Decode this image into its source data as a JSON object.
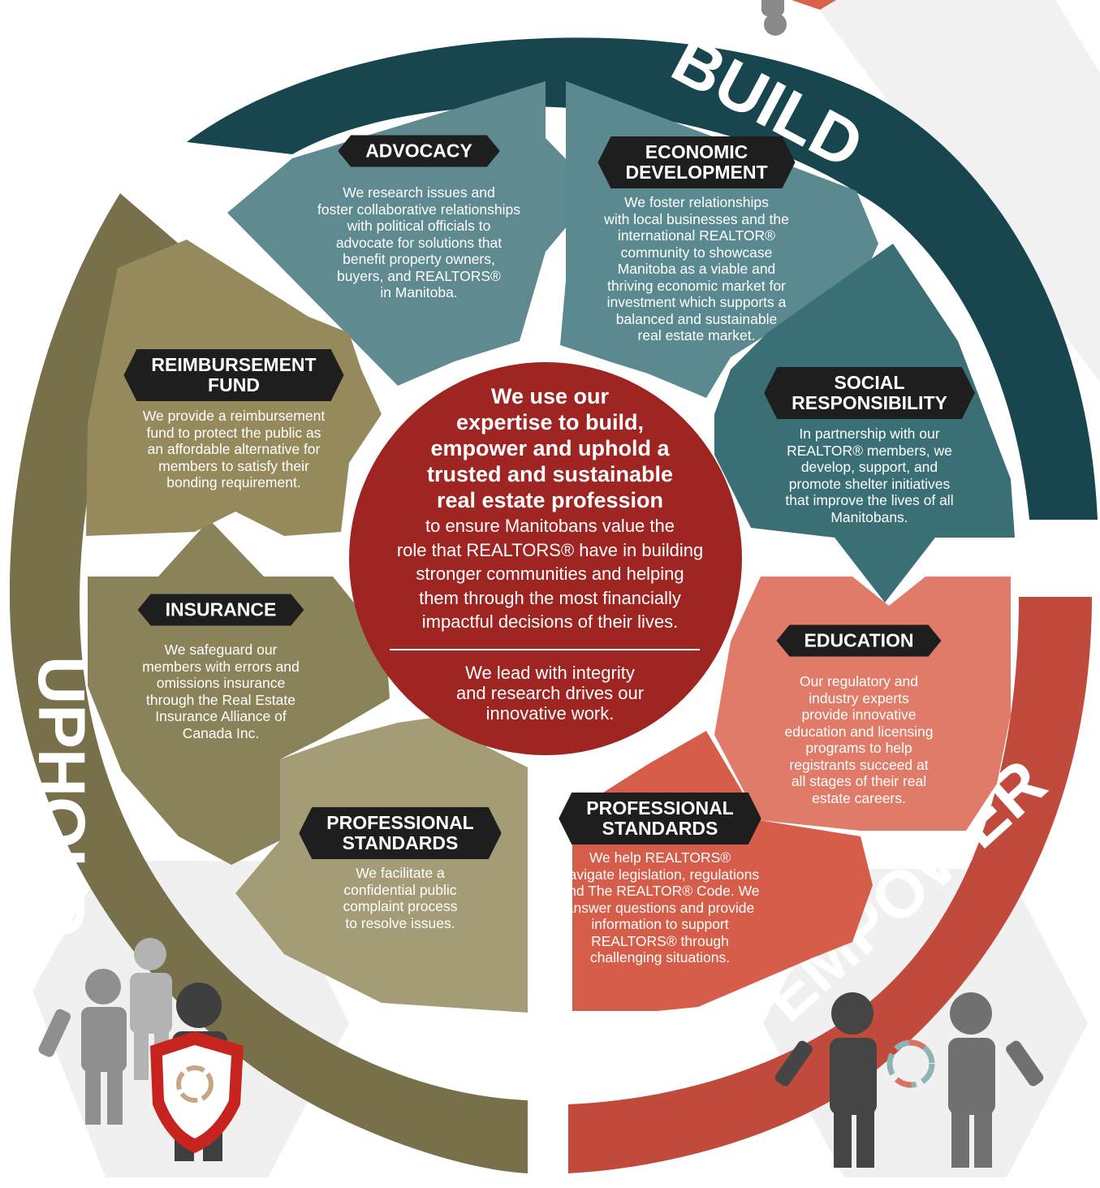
{
  "arcs": {
    "build": "BUILD",
    "uphold": "UPHOLD",
    "empower": "EMPOWER"
  },
  "center": {
    "headline": "We use our\nexpertise to build,\nempower and uphold a\ntrusted and sustainable\nreal estate profession",
    "body": "to ensure Manitobans value the\nrole that REALTORS® have in building\nstronger communities and helping\nthem through the most financially\nimpactful decisions of their lives.",
    "footer": "We lead with integrity\nand research drives our\ninnovative work."
  },
  "sections": [
    {
      "title": "ADVOCACY",
      "text": "We research issues and\nfoster collaborative relationships\nwith political officials to\nadvocate for solutions that\nbenefit property owners,\nbuyers, and REALTORS®\nin Manitoba."
    },
    {
      "title": "ECONOMIC\nDEVELOPMENT",
      "text": "We foster relationships\nwith local businesses and the\ninternational REALTOR®\ncommunity to showcase\nManitoba as a viable and\nthriving economic market for\ninvestment which supports a\nbalanced and sustainable\nreal estate market."
    },
    {
      "title": "SOCIAL\nRESPONSIBILITY",
      "text": "In partnership with our\nREALTOR® members, we\ndevelop, support, and\npromote shelter initiatives\nthat improve the lives of all\nManitobans."
    },
    {
      "title": "EDUCATION",
      "text": "Our regulatory and\nindustry experts\nprovide innovative\neducation and licensing\nprograms to help\nregistrants succeed at\nall stages of their real\nestate careers."
    },
    {
      "title": "PROFESSIONAL\nSTANDARDS",
      "text": "We help REALTORS®\nnavigate legislation, regulations\nand The REALTOR® Code. We\nanswer questions and provide\ninformation to support\nREALTORS® through\nchallenging situations."
    },
    {
      "title": "PROFESSIONAL\nSTANDARDS",
      "text": "We facilitate a\nconfidential public\ncomplaint process\nto resolve issues."
    },
    {
      "title": "INSURANCE",
      "text": "We safeguard our\nmembers with errors and\nomissions insurance\nthrough the Real Estate\nInsurance Alliance of\nCanada Inc."
    },
    {
      "title": "REIMBURSEMENT\nFUND",
      "text": "We provide a reimbursement\nfund to protect the public as\nan affordable alternative for\nmembers to satisfy their\nbonding requirement."
    }
  ],
  "colors": {
    "build_arc": "#17464f",
    "uphold_arc": "#77704a",
    "empower_arc": "#c04a3b",
    "center": "#9e2521",
    "advocacy": "#5e8a90",
    "economic": "#5a8a90",
    "social": "#3a6f75",
    "education": "#df7b68",
    "ps_empower": "#d55d4a",
    "ps_uphold": "#a49c76",
    "insurance": "#8a8258",
    "reimbursement": "#958a5c",
    "tag": "#1e1e1e"
  },
  "icons": [
    "people-shield-icon",
    "people-handshake-icon",
    "person-top-icon"
  ]
}
